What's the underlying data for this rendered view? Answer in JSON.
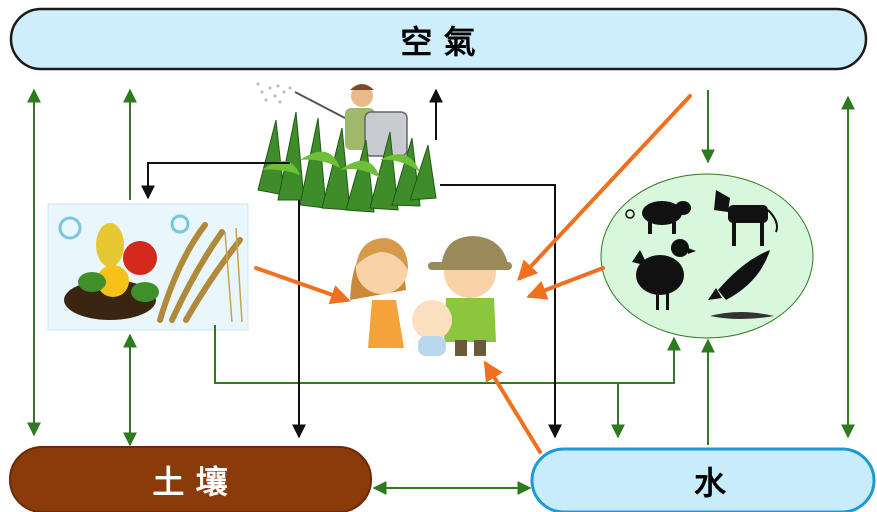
{
  "nodes": {
    "air": {
      "label": "空 氣",
      "fill": "#cfeefb",
      "stroke": "#1a1a1a"
    },
    "soil": {
      "label": "土 壤",
      "fill": "#8b3a0a",
      "text_color": "#ffffff"
    },
    "water": {
      "label": "水",
      "fill": "#c8ecfa",
      "stroke": "#1a9ad6"
    },
    "animals": {
      "fill": "#d8f7dc"
    }
  },
  "colors": {
    "green_arrow": "#2d7a1f",
    "black_arrow": "#111111",
    "orange_arrow": "#f07020"
  },
  "illustrations": [
    "farmer-spraying-crops-icon",
    "fruit-basket-and-grain-icon",
    "family-icon",
    "livestock-poultry-fish-icon"
  ]
}
